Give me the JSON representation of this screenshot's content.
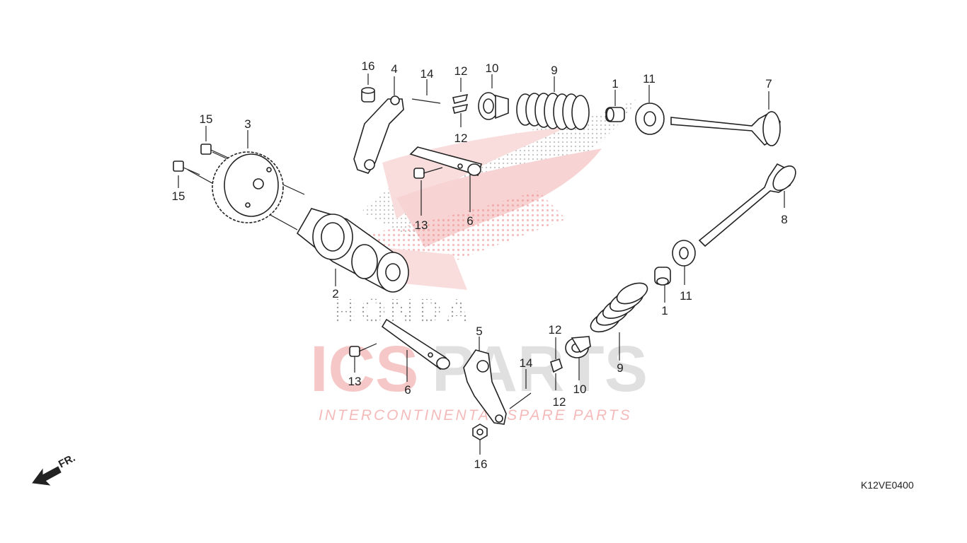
{
  "diagram": {
    "code": "K12VE0400",
    "front_marker": "FR.",
    "labels": {
      "p1a": "1",
      "p1b": "1",
      "p2": "2",
      "p3": "3",
      "p4": "4",
      "p5": "5",
      "p6a": "6",
      "p6b": "6",
      "p7": "7",
      "p8": "8",
      "p9a": "9",
      "p9b": "9",
      "p10a": "10",
      "p10b": "10",
      "p11a": "11",
      "p11b": "11",
      "p12a": "12",
      "p12b": "12",
      "p12c": "12",
      "p12d": "12",
      "p13a": "13",
      "p13b": "13",
      "p14a": "14",
      "p14b": "14",
      "p15a": "15",
      "p15b": "15",
      "p16a": "16",
      "p16b": "16"
    }
  },
  "watermark": {
    "brand": "HONDA",
    "logo_left": "ICS",
    "logo_right": "PARTS",
    "tagline": "INTERCONTINENTAL SPARE PARTS",
    "colors": {
      "red": "#e23b3b",
      "gray": "#9a9a9a"
    }
  }
}
